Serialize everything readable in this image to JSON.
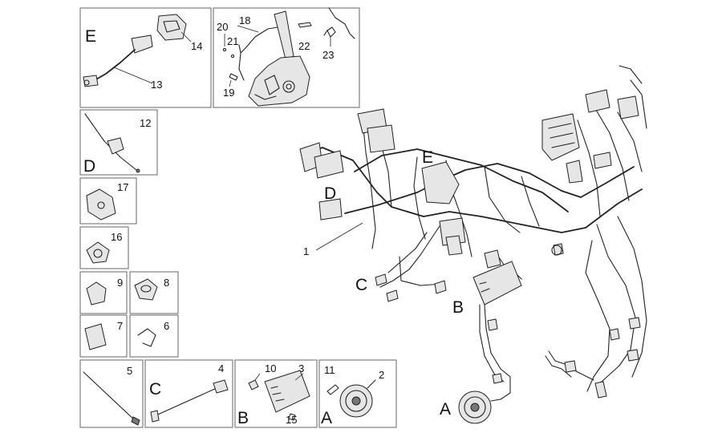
{
  "parts": {
    "p1": "1",
    "p2": "2",
    "p3": "3",
    "p4": "4",
    "p5": "5",
    "p6": "6",
    "p7": "7",
    "p8": "8",
    "p9": "9",
    "p10": "10",
    "p11": "11",
    "p12": "12",
    "p13": "13",
    "p14": "14",
    "p15": "15",
    "p16": "16",
    "p17": "17",
    "p18": "18",
    "p19": "19",
    "p20": "20",
    "p21": "21",
    "p22": "22",
    "p23": "23"
  },
  "groups": {
    "a": "A",
    "b": "B",
    "c": "C",
    "d": "D",
    "e": "E"
  }
}
